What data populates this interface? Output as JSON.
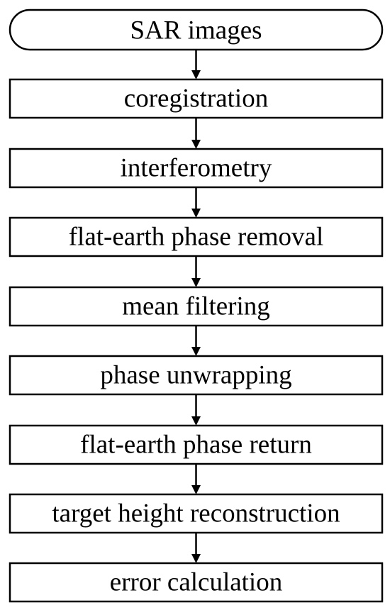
{
  "flowchart": {
    "steps": [
      {
        "label": "SAR images",
        "shape": "terminal"
      },
      {
        "label": "coregistration",
        "shape": "process"
      },
      {
        "label": "interferometry",
        "shape": "process"
      },
      {
        "label": "flat-earth phase removal",
        "shape": "process"
      },
      {
        "label": "mean filtering",
        "shape": "process"
      },
      {
        "label": "phase unwrapping",
        "shape": "process"
      },
      {
        "label": "flat-earth phase return",
        "shape": "process"
      },
      {
        "label": "target height reconstruction",
        "shape": "process"
      },
      {
        "label": "error calculation",
        "shape": "process"
      }
    ],
    "line_color": "#000000",
    "fill_color": "#ffffff",
    "text_color": "#000000"
  }
}
